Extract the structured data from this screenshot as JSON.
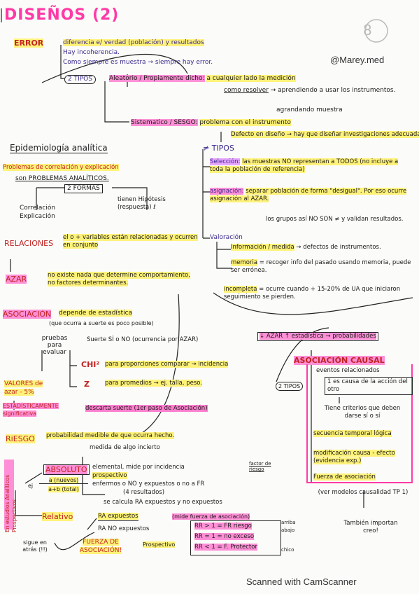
{
  "title": "DISEÑOS (2)",
  "watermark": "@Marey.med",
  "logo_number": "8",
  "footer": "Scanned with CamScanner",
  "colors": {
    "highlight_yellow": "#fff27a",
    "highlight_pink": "#ff8fd6",
    "title_pink": "#ff3aa6",
    "ink_red": "#c22323"
  },
  "error": {
    "label": "ERROR",
    "l1": "diferencia e/ verdad (población) y resultados",
    "l2": "Hay incoherencia.",
    "l3": "Como siempre es muestra → siempre hay error.",
    "tipos": "2 TIPOS",
    "aleatorio": "Aleatorio / Propiamente dicho:",
    "aleatorio_desc": "a cualquier lado la medición",
    "como_resolver": "como resolver",
    "resolver_a": "aprendiendo a usar los instrumentos.",
    "resolver_b": "agrandando muestra",
    "sistematico": "Sistematico / SESGO:",
    "sist_a": "problema con el instrumento",
    "sist_b": "Defecto en diseño → hay que diseñar investigaciones adecuadas"
  },
  "tipos2": {
    "label": "≠ TIPOS",
    "seleccion": "Selección:",
    "seleccion_desc": "las muestras NO representan a TODOS (no incluye a toda la población de referencia)",
    "asignacion": "asignación:",
    "asignacion_desc": "separar población de forma \"desigual\". Por eso ocurre asignación al AZAR.",
    "asignacion_desc2": "los grupos así NO SON ≠ y validan resultados.",
    "valoracion": "Valoración",
    "info": "Información / medida",
    "info_desc": "defectos de instrumentos.",
    "memoria": "memoria",
    "memoria_desc": "recoger info del pasado usando memoria, puede ser errónea.",
    "incompleta": "incompleta",
    "incompleta_desc": "ocurre cuando + 15-20% de UA que iniciaron seguimiento se pierden."
  },
  "epi": {
    "title": "Epidemiología analítica",
    "l1": "Problemas de correlación y explicación",
    "l2": "son PROBLEMAS ANALÍTICOS.",
    "formas": "2 FORMAS",
    "correlacion": "Correlación",
    "explicacion": "Explicación",
    "hipotesis": "tienen Hipótesis (respuesta) ℓ"
  },
  "relaciones": {
    "label": "RELACIONES",
    "desc": "el o + variables están relacionadas y ocurren en conjunto"
  },
  "azar": {
    "label": "AZAR",
    "desc": "no existe nada que determine comportamiento, no factores determinantes."
  },
  "asociacion": {
    "label": "ASOCIACIÓN",
    "desc": "depende de estadística",
    "desc2": "(que ocurra a suerte es poco posible)",
    "pruebas": "pruebas para evaluar",
    "suerte": "Suerte SÍ o NO (ocurrencia por AZAR)",
    "azar_est": "↓ AZAR ↑ estadística → probabilidades",
    "chi": "CHI²",
    "chi_desc": "para proporciones comparar → incidencia",
    "z": "Z",
    "z_desc": "para promedios → ej. talla, peso.",
    "valores": "VALORES de azar - 5%",
    "estad": "ESTADÍSTICAMENTE significativa",
    "descarta": "descarta suerte (1er paso de Asociación)"
  },
  "causal": {
    "tipos": "2 TIPOS",
    "label": "ASOCIACIÓN CAUSAL",
    "e1": "eventos relacionados",
    "e2": "1 es causa de la acción del otro",
    "tiene": "Tiene criterios que deben darse sí o sí",
    "c1": "secuencia temporal lógica",
    "c2": "modificación causa - efecto (evidencia exp.)",
    "c3": "Fuerza de asociación",
    "modelos": "(ver modelos causalidad TP 1)",
    "tambien": "También importan creo!"
  },
  "riesgo": {
    "label": "RiESGO",
    "desc": "probabilidad medible de que ocurra hecho.",
    "desc2": "medida de algo incierto",
    "factor": "factor de riesgo",
    "absoluto": "ABSOLUTO",
    "abs1": "elemental, mide por incidencia",
    "abs2": "prospectivo",
    "abs3": "enfermos o NO y expuestos o no a FR",
    "abs4": "(4 resultados)",
    "abs5": "se calcula RA expuestos y no expuestos",
    "ej": "ej",
    "formula_num": "a (nuevos)",
    "formula_den": "a+b (total)",
    "side": "En estudios Analíticos Prospectivos",
    "relativo": "Relativo",
    "ra_exp": "RA expuestos",
    "ra_noexp": "RA NO expuestos",
    "mide": "(mide fuerza de asociación)",
    "rr1": "RR > 1 = FR riesgo",
    "rr2": "RR = 1 = no exceso",
    "rr3": "RR < 1 = F. Protector",
    "arriba": "arriba",
    "abajo": "abajo",
    "chico": "chico",
    "fuerza": "FUERZA DE ASOCIACIÓN!",
    "prospectivo": "Prospectivo",
    "sigue": "sigue en atrás (!!)"
  }
}
